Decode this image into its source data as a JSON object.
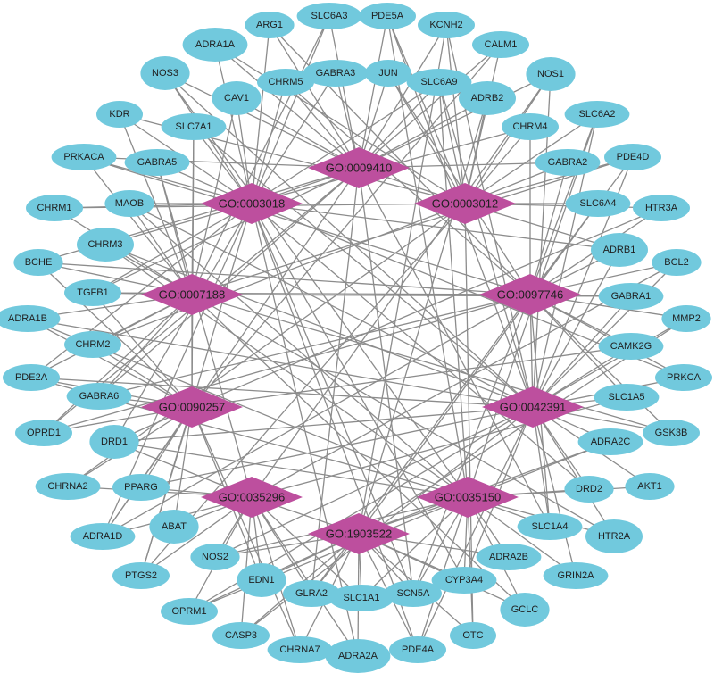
{
  "diagram": {
    "type": "network",
    "colors": {
      "gene_node": "#71c9dd",
      "go_node": "#bd4f9e",
      "edge": "#8c8c8c"
    },
    "go_terms": [
      "GO:0009410",
      "GO:0003018",
      "GO:0003012",
      "GO:0007188",
      "GO:0097746",
      "GO:0090257",
      "GO:0042391",
      "GO:0035296",
      "GO:0035150",
      "GO:1903522"
    ],
    "genes": [
      "ARG1",
      "SLC6A3",
      "PDE5A",
      "KCNH2",
      "ADRA1A",
      "CALM1",
      "NOS3",
      "GABRA3",
      "JUN",
      "NOS1",
      "CHRM5",
      "CAV1",
      "SLC6A9",
      "ADRB2",
      "KDR",
      "SLC7A1",
      "SLC6A2",
      "CHRM4",
      "PRKACA",
      "GABRA5",
      "GABRA2",
      "PDE4D",
      "MAOB",
      "SLC6A4",
      "CHRM1",
      "HTR3A",
      "CHRM3",
      "ADRB1",
      "BCHE",
      "BCL2",
      "TGFB1",
      "GABRA1",
      "ADRA1B",
      "MMP2",
      "CHRM2",
      "CAMK2G",
      "PDE2A",
      "PRKCA",
      "GABRA6",
      "SLC1A5",
      "OPRD1",
      "GSK3B",
      "DRD1",
      "ADRA2C",
      "CHRNA2",
      "PPARG",
      "AKT1",
      "DRD2",
      "ADRA1D",
      "ABAT",
      "SLC1A4",
      "HTR2A",
      "NOS2",
      "ADRA2B",
      "PTGS2",
      "EDN1",
      "GRIN2A",
      "CYP3A4",
      "GLRA2",
      "SLC1A1",
      "SCN5A",
      "GCLC",
      "OPRM1",
      "CASP3",
      "OTC",
      "CHRNA7",
      "PDE4A",
      "ADRA2A"
    ]
  }
}
